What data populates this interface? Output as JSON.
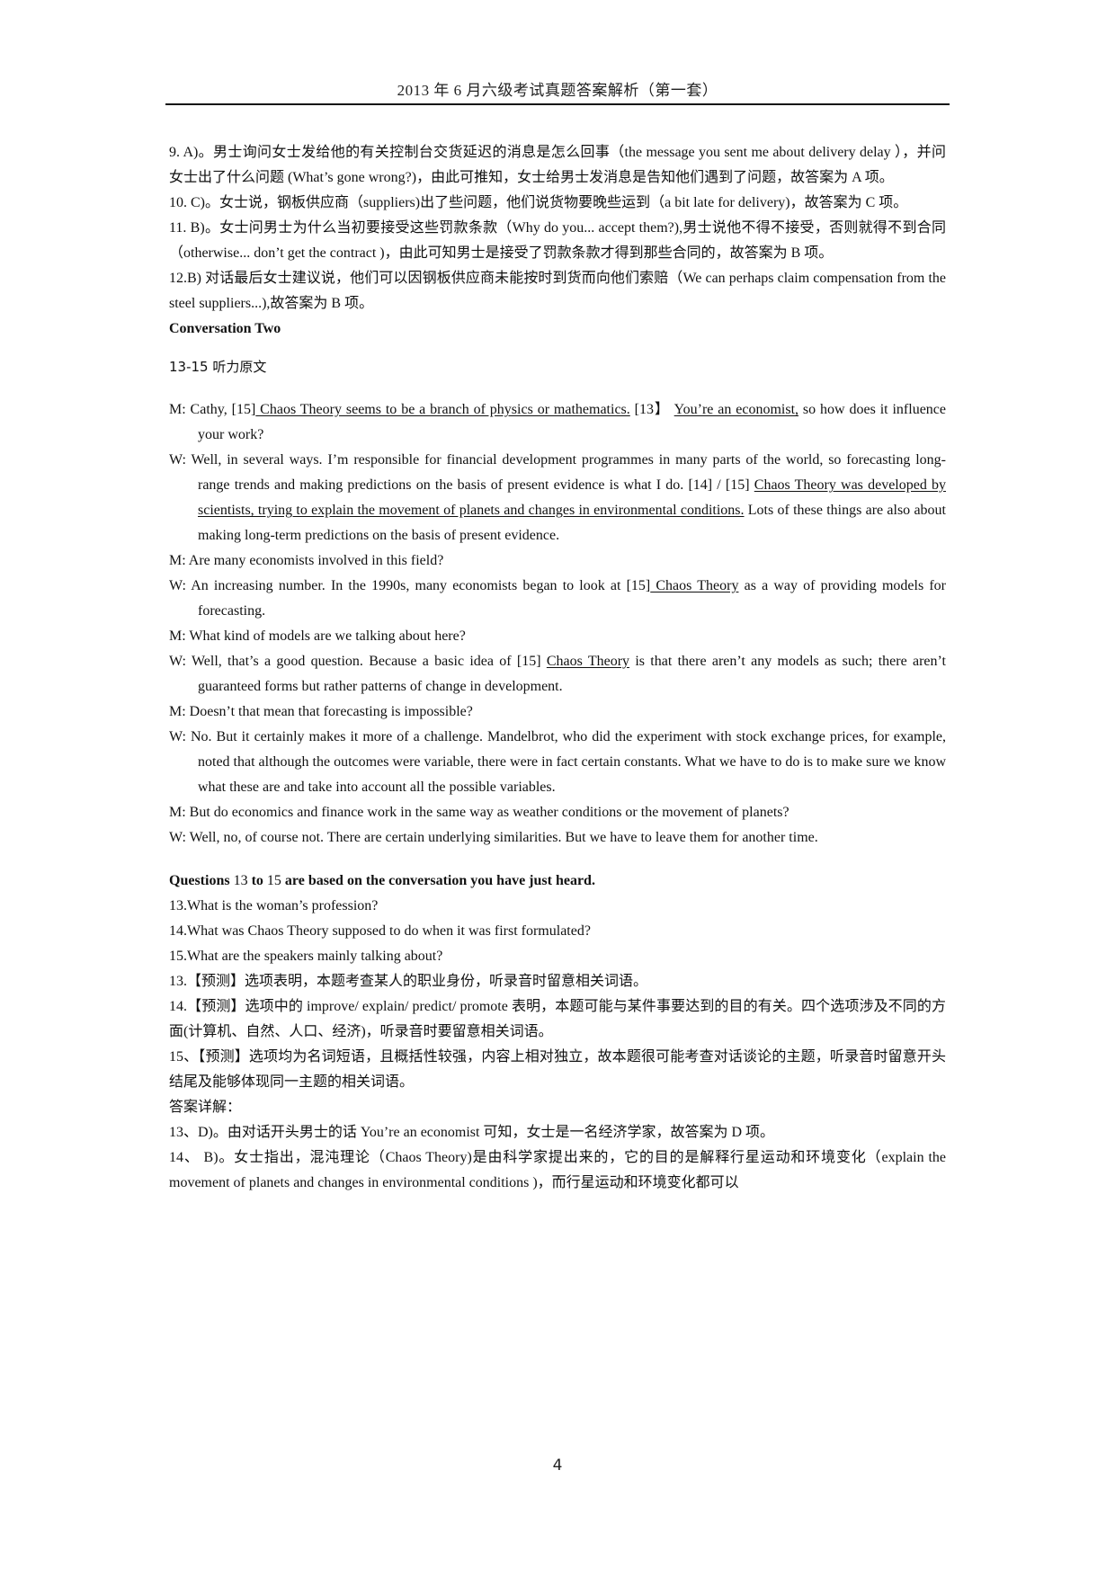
{
  "header": {
    "title": "2013 年 6 月六级考试真题答案解析（第一套）"
  },
  "answers_part1": [
    "9. A)。男士询问女士发给他的有关控制台交货延迟的消息是怎么回事（the message you sent me about delivery delay ），并问女士出了什么问题 (What’s gone wrong?)，由此可推知，女士给男士发消息是告知他们遇到了问题，故答案为 A 项。",
    "10. C)。女士说，钢板供应商（suppliers)出了些问题，他们说货物要晚些运到（a bit late for delivery)，故答案为 C 项。",
    "11. B)。女士问男士为什么当初要接受这些罚款条款（Why do you... accept them?),男士说他不得不接受，否则就得不到合同（otherwise... don’t get the contract )，由此可知男士是接受了罚款条款才得到那些合同的，故答案为 B 项。",
    "12.B) 对话最后女士建议说，他们可以因钢板供应商未能按时到货而向他们索赔（We can perhaps claim compensation from the steel suppliers...),故答案为 B 项。"
  ],
  "section_title": "Conversation Two",
  "transcript_label": "13-15 听力原文",
  "dialogue": [
    {
      "speaker": "M:",
      "parts": [
        {
          "t": " Cathy, [15]"
        },
        {
          "t": " Chaos Theory seems to be a branch of physics or mathematics.",
          "u": true
        },
        {
          "t": " [13】 "
        },
        {
          "t": "You’re an economist,",
          "u": true
        },
        {
          "t": " so how does it influence your work?"
        }
      ]
    },
    {
      "speaker": "W:",
      "parts": [
        {
          "t": " Well, in several ways. I’m responsible for financial development programmes in many parts of the world, so forecasting long-range trends and making predictions on the basis of present evidence is what I do. [14] / [15] "
        },
        {
          "t": "Chaos Theory was developed by scientists, trying to explain the movement of planets and changes in environmental conditions.",
          "u": true
        },
        {
          "t": " Lots of these things are also about making long-term predictions on the basis of present evidence."
        }
      ]
    },
    {
      "speaker": "M:",
      "parts": [
        {
          "t": " Are many economists involved in this field?"
        }
      ]
    },
    {
      "speaker": "W:",
      "parts": [
        {
          "t": " An increasing number. In the 1990s, many economists began to look at [15]"
        },
        {
          "t": " Chaos Theory",
          "u": true
        },
        {
          "t": " as a way of providing models for forecasting."
        }
      ]
    },
    {
      "speaker": "M:",
      "parts": [
        {
          "t": " What kind of models are we talking about here?"
        }
      ]
    },
    {
      "speaker": "W:",
      "parts": [
        {
          "t": " Well, that’s a good question. Because a basic idea of [15] "
        },
        {
          "t": "Chaos Theory",
          "u": true
        },
        {
          "t": " is that there aren’t any models as such; there aren’t guaranteed forms but rather patterns of change in development."
        }
      ]
    },
    {
      "speaker": "M:",
      "parts": [
        {
          "t": " Doesn’t that mean that forecasting is impossible?"
        }
      ]
    },
    {
      "speaker": "W:",
      "parts": [
        {
          "t": " No. But it certainly makes it more of a challenge. Mandelbrot, who did the experiment with stock exchange prices, for example, noted that although the outcomes were variable, there were in fact certain constants. What we have to do is to make sure we know what these are and take into account all the possible variables."
        }
      ]
    },
    {
      "speaker": "M:",
      "parts": [
        {
          "t": " But do economics and finance work in the same way as weather conditions or the movement of planets?"
        }
      ]
    },
    {
      "speaker": "W:",
      "parts": [
        {
          "t": " Well, no, of course not. There are certain underlying similarities. But we have to leave them for another time."
        }
      ]
    }
  ],
  "questions_intro": {
    "a": "Questions",
    "b": " 13 ",
    "c": "to",
    "d": " 15 ",
    "e": "are based on the conversation you have just heard."
  },
  "questions": [
    "13.What is the woman’s profession?",
    "14.What was Chaos Theory supposed to do when it was first formulated?",
    "15.What are the speakers mainly talking about?"
  ],
  "predictions": [
    "13.【预测】选项表明，本题考查某人的职业身份，听录音时留意相关词语。",
    "14.【预测】选项中的 improve/ explain/ predict/ promote 表明，本题可能与某件事要达到的目的有关。四个选项涉及不同的方面(计算机、自然、人口、经济)，听录音时要留意相关词语。",
    "15、【预测】选项均为名词短语，且概括性较强，内容上相对独立，故本题很可能考查对话谈论的主题，听录音时留意开头结尾及能够体现同一主题的相关词语。"
  ],
  "explanation_label": "答案详解：",
  "explanations": [
    "13、D)。由对话开头男士的话 You’re an economist 可知，女士是一名经济学家，故答案为 D 项。",
    "14、 B)。女士指出，混沌理论（Chaos Theory)是由科学家提出来的，它的目的是解释行星运动和环境变化（explain the movement of planets and changes in environmental conditions )，而行星运动和环境变化都可以"
  ],
  "footer": {
    "page_number": "4"
  }
}
